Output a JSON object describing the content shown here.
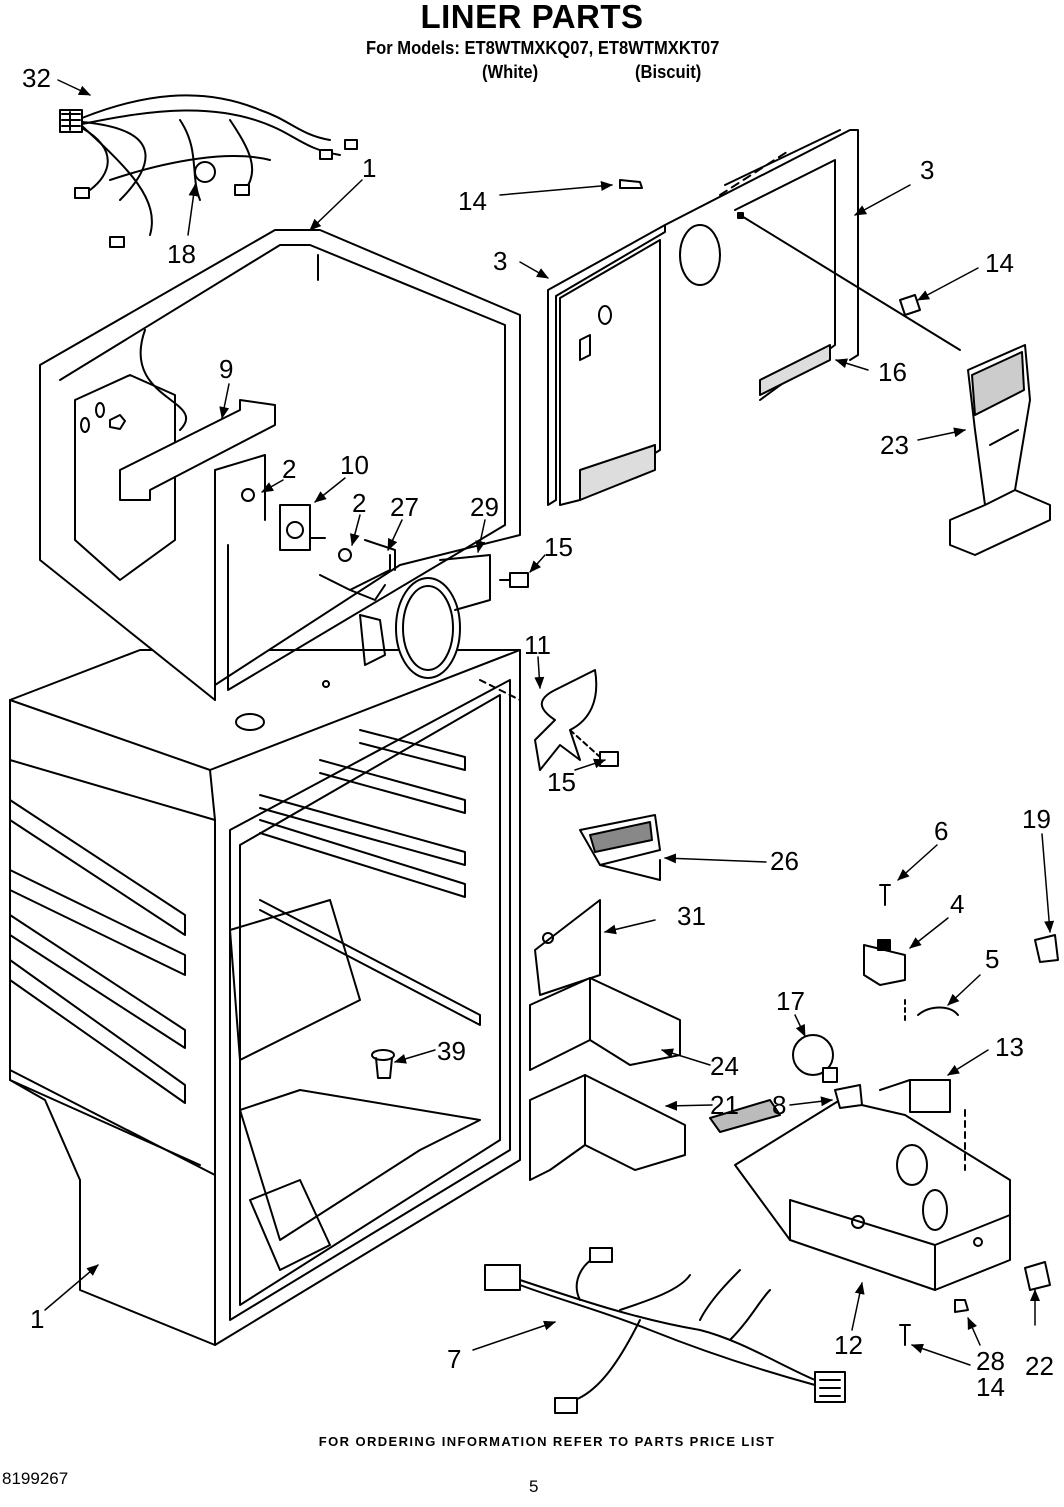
{
  "header": {
    "title": "LINER PARTS",
    "models_line": "For Models: ET8WTMXKQ07, ET8WTMXKT07",
    "color_white": "(White)",
    "color_biscuit": "(Biscuit)"
  },
  "callouts": [
    "32",
    "1",
    "18",
    "14",
    "3",
    "3",
    "14",
    "16",
    "23",
    "9",
    "2",
    "10",
    "2",
    "27",
    "29",
    "15",
    "11",
    "15",
    "26",
    "6",
    "19",
    "4",
    "31",
    "5",
    "17",
    "13",
    "39",
    "24",
    "21",
    "8",
    "1",
    "12",
    "7",
    "28",
    "22",
    "14"
  ],
  "footer": {
    "ordering_note": "FOR ORDERING INFORMATION REFER TO PARTS PRICE LIST",
    "document_number": "8199267",
    "page_number": "5"
  }
}
